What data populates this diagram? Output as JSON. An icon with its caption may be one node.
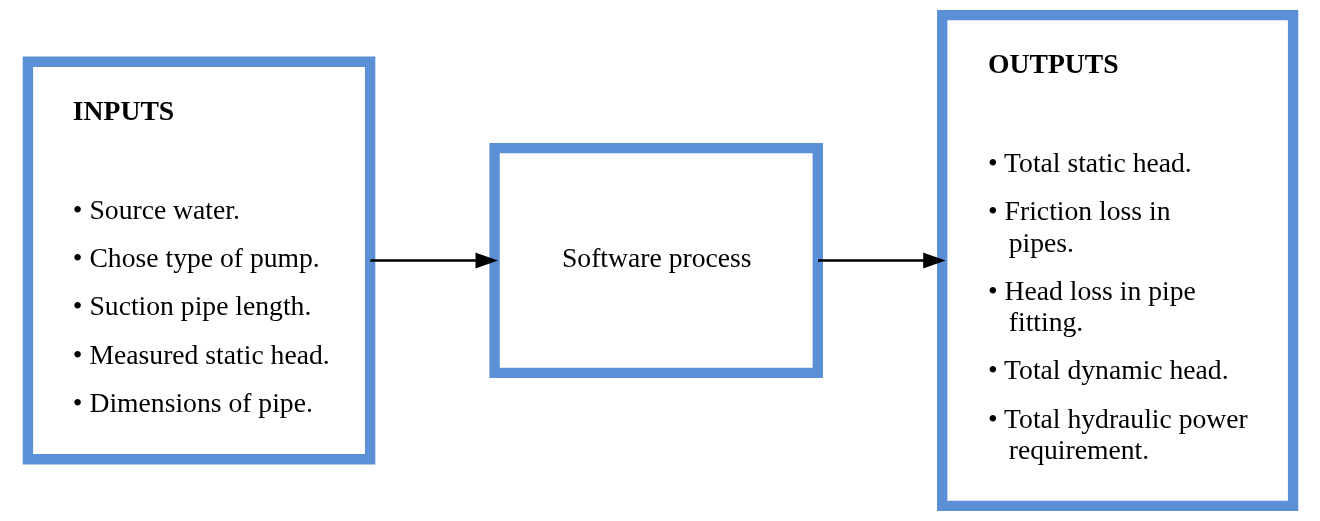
{
  "diagram": {
    "nodes": [
      {
        "text": [
          "INPUTS",
          "• Source water.",
          "• Chose type of pump.",
          "• Suction pipe length.",
          "• Measured static head.",
          "• Dimensions of pipe."
        ]
      },
      {
        "text": [
          "Software process"
        ]
      },
      {
        "text": [
          "OUTPUTS",
          "• Total static head.",
          "• Friction loss in pipes.",
          "• Head loss in pipe fitting.",
          "• Total dynamic head.",
          "• Total hydraulic power requirement."
        ]
      }
    ],
    "edges": [
      {
        "from": 0,
        "to": 1,
        "arrow": "to"
      },
      {
        "from": 1,
        "to": 2,
        "arrow": "to"
      }
    ]
  }
}
